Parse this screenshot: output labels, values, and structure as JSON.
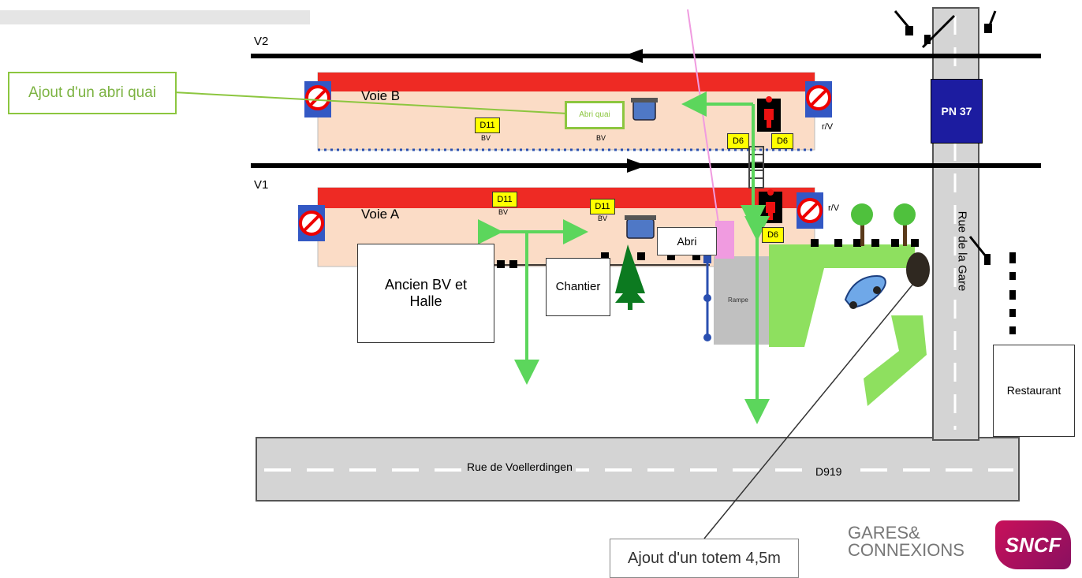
{
  "tracks": {
    "v2": "V2",
    "v1": "V1"
  },
  "platforms": {
    "voie_b": "Voie B",
    "voie_a": "Voie A"
  },
  "signals": {
    "d11_b": "D11",
    "bv_b1": "BV",
    "bv_b2": "BV",
    "d6_b1": "D6",
    "d6_b2": "D6",
    "d11_a1": "D11",
    "bv_a1": "BV",
    "d11_a2": "D11",
    "bv_a2": "BV",
    "d6_a": "D6",
    "rv_b": "r/V",
    "rv_a": "r/V"
  },
  "labels": {
    "abri_quai": "Abri quai",
    "abri": "Abri",
    "rampe": "Rampe",
    "ancien_bv_line1": "Ancien BV et",
    "ancien_bv_line2": "Halle",
    "chantier": "Chantier",
    "pn": "PN 37",
    "rue_gare": "Rue de la Gare",
    "rue_voellerdingen": "Rue de Voellerdingen",
    "d919": "D919",
    "restaurant": "Restaurant"
  },
  "callouts": {
    "abri_quai": "Ajout d'un abri quai",
    "totem": "Ajout d'un totem 4,5m"
  },
  "logos": {
    "gares_line1": "GARES&",
    "gares_line2": "CONNEXIONS",
    "sncf": "SNCF"
  },
  "colors": {
    "platform_edge": "#ee2a24",
    "platform_fill": "#fbdcc6",
    "green_path": "#5cd65c",
    "sign_yellow": "#ffff00",
    "pn_blue": "#1c1ca0",
    "road_gray": "#d4d4d4",
    "sncf_magenta": "#c8105a"
  }
}
